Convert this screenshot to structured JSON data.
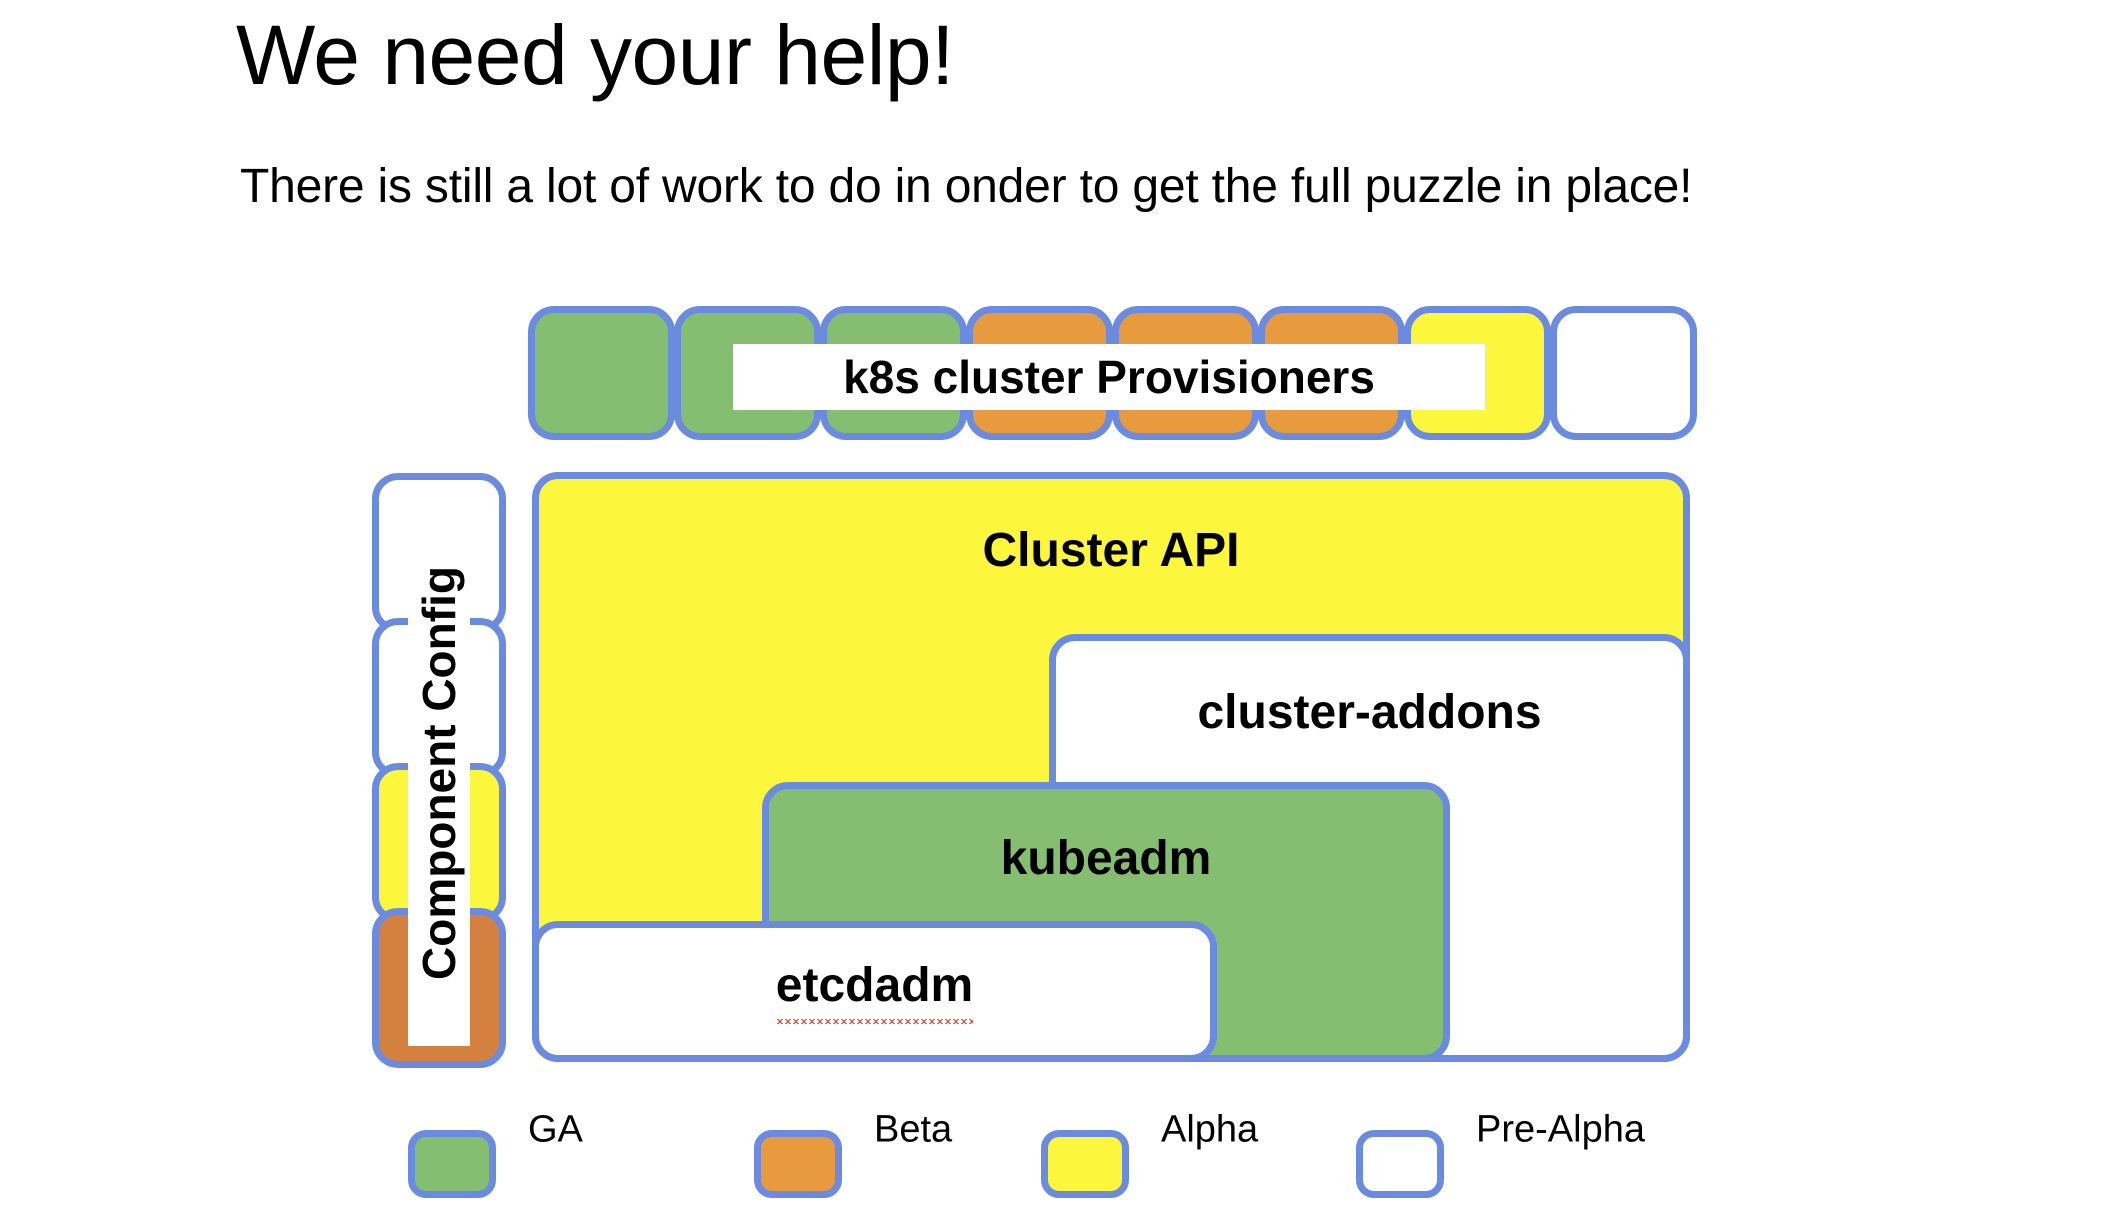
{
  "slide": {
    "title": "We need your help!",
    "subtitle": "There is still a lot of work to do in onder to get the full puzzle in place!"
  },
  "provisioners": {
    "band_label": "k8s cluster Provisioners",
    "cells": [
      {
        "status": "GA",
        "fill": "#85BE70"
      },
      {
        "status": "GA",
        "fill": "#85BE70"
      },
      {
        "status": "GA",
        "fill": "#85BE70"
      },
      {
        "status": "Beta",
        "fill": "#E89A3E"
      },
      {
        "status": "Beta",
        "fill": "#E89A3E"
      },
      {
        "status": "Beta",
        "fill": "#E89A3E"
      },
      {
        "status": "Alpha",
        "fill": "#FCF73C"
      },
      {
        "status": "Pre-Alpha",
        "fill": "#FFFFFF"
      }
    ]
  },
  "component_config": {
    "band_label": "Component Config",
    "cells": [
      {
        "status": "Pre-Alpha",
        "fill": "#FFFFFF"
      },
      {
        "status": "Pre-Alpha",
        "fill": "#FFFFFF"
      },
      {
        "status": "Alpha",
        "fill": "#FCF73C"
      },
      {
        "status": "Beta",
        "fill": "#D4803F"
      }
    ]
  },
  "nested_boxes": {
    "cluster_api": {
      "label": "Cluster API",
      "status": "Alpha",
      "fill": "#FCF73C"
    },
    "cluster_addons": {
      "label": "cluster-addons",
      "status": "Pre-Alpha",
      "fill": "#FFFFFF"
    },
    "kubeadm": {
      "label": "kubeadm",
      "status": "GA",
      "fill": "#85BE70"
    },
    "etcdadm": {
      "label": "etcdadm",
      "status": "Pre-Alpha",
      "fill": "#FFFFFF",
      "spellcheck_flagged": true
    }
  },
  "legend": {
    "items": [
      {
        "label": "GA",
        "fill": "#85BE70"
      },
      {
        "label": "Beta",
        "fill": "#E89A3E"
      },
      {
        "label": "Alpha",
        "fill": "#FCF73C"
      },
      {
        "label": "Pre-Alpha",
        "fill": "#FFFFFF"
      }
    ]
  },
  "colors": {
    "border": "#6A8BE0",
    "ga": "#85BE70",
    "beta": "#E89A3E",
    "beta_muted": "#D4803F",
    "alpha": "#FCF73C",
    "pre_alpha": "#FFFFFF",
    "text": "#000000",
    "spellcheck_underline": "#EE3333"
  }
}
